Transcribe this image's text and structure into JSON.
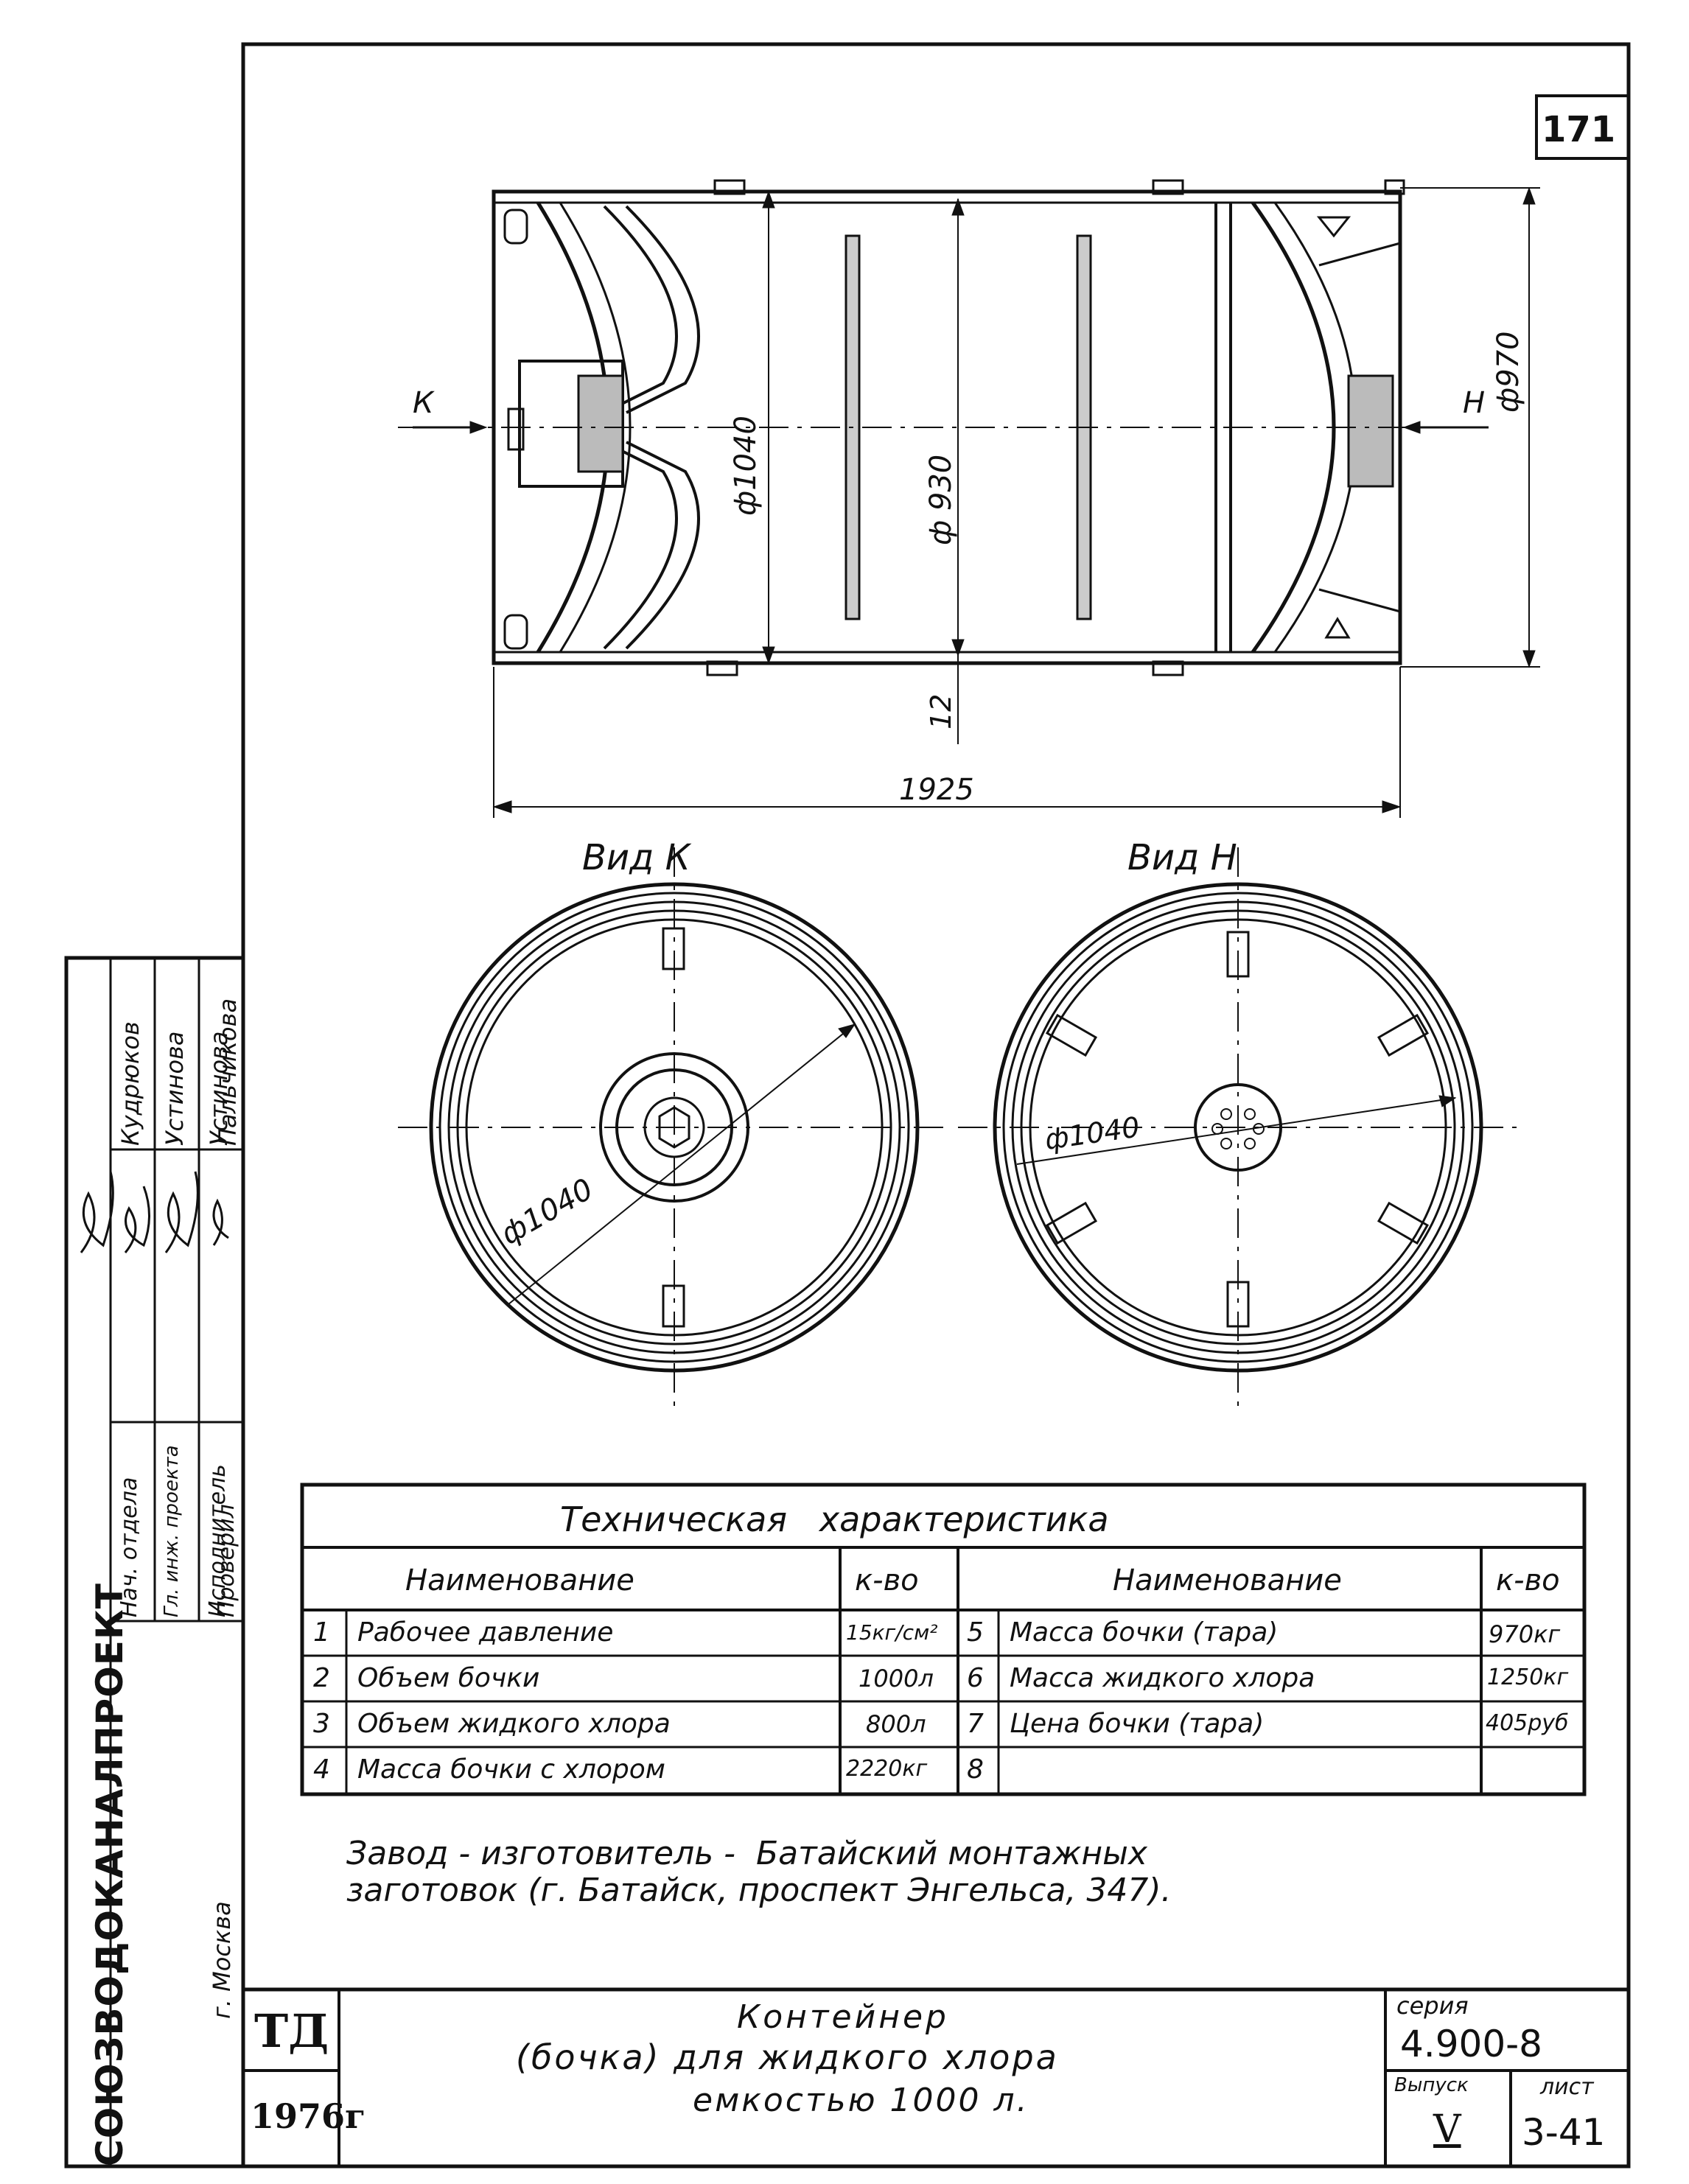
{
  "sheet_number": "171",
  "dimensions": {
    "d1040_side": "ф1040",
    "d930": "ф 930",
    "d970": "ф970",
    "wall": "12",
    "length": "1925",
    "arrow_k": "К",
    "arrow_h": "Н",
    "d1040_view_k": "ф1040",
    "d1040_view_h": "ф1040"
  },
  "views": {
    "view_k_label": "Вид  К",
    "view_h_label": "Вид  Н"
  },
  "tech_table": {
    "title": "Техническая   характеристика",
    "headers": [
      "Наименование",
      "к-во",
      "Наименование",
      "к-во"
    ],
    "rows": [
      {
        "n1": "1",
        "name1": "Рабочее давление",
        "q1": "15кг/см²",
        "n2": "5",
        "name2": "Масса бочки (тара)",
        "q2": "970кг"
      },
      {
        "n1": "2",
        "name1": "Объем бочки",
        "q1": "1000л",
        "n2": "6",
        "name2": "Масса жидкого хлора",
        "q2": "1250кг"
      },
      {
        "n1": "3",
        "name1": "Объем жидкого хлора",
        "q1": "800л",
        "n2": "7",
        "name2": "Цена бочки (тара)",
        "q2": "405руб"
      },
      {
        "n1": "4",
        "name1": "Масса бочки с хлором",
        "q1": "2220кг",
        "n2": "8",
        "name2": "",
        "q2": ""
      }
    ]
  },
  "manufacturer_note": {
    "line1": "Завод - изготовитель -  Батайский монтажных",
    "line2": "заготовок (г. Батайск, проспект Энгельса, 347)."
  },
  "stamp": {
    "organization": "СОЮЗВОДОКАНАЛПРОЕКТ",
    "city": "г. Москва",
    "roles": [
      "Нач. отдела",
      "Гл. инж. проекта",
      "Исполнитель",
      "Проверил"
    ],
    "names": [
      "Кудрюков",
      "Устинова",
      "Устинова",
      "Пальчикова"
    ],
    "td": "ТД",
    "year": "1976г",
    "title_lines": [
      "Контейнер",
      "(бочка) для жидкого хлора",
      "емкостью 1000 л."
    ],
    "series_label": "серия",
    "series_value": "4.900-8",
    "issue_label": "Выпуск",
    "issue_value": "V",
    "sheet_label": "лист",
    "sheet_value": "3-41"
  }
}
